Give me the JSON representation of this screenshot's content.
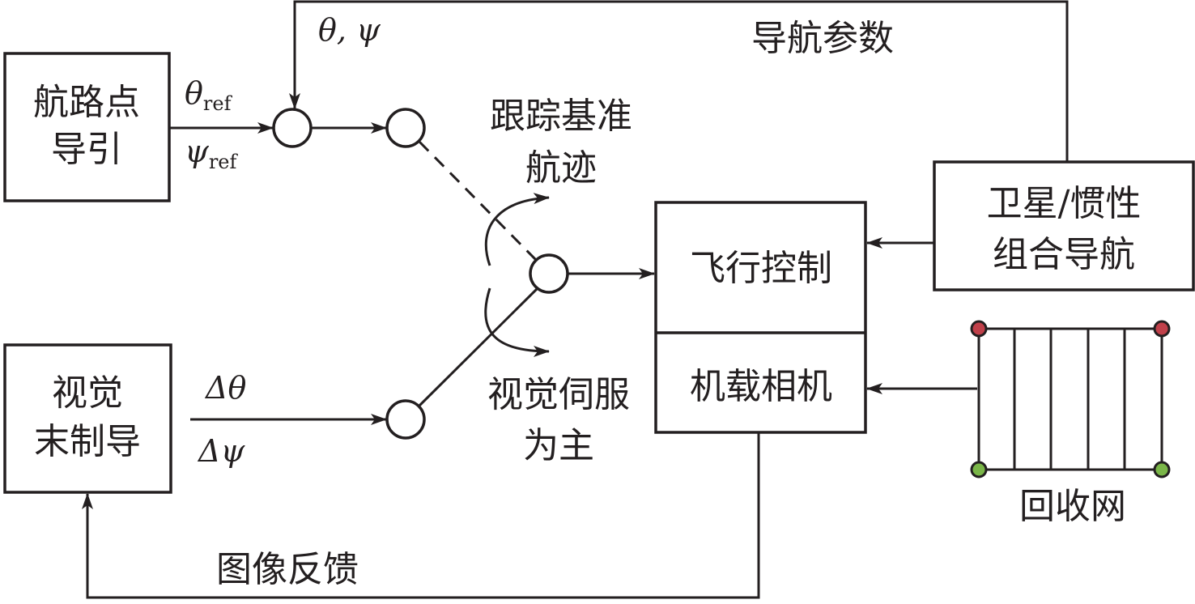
{
  "diagram": {
    "type": "control-block-diagram",
    "blocks": {
      "waypoint_guidance": {
        "lines": [
          "航路点",
          "导引"
        ]
      },
      "visual_terminal_guidance": {
        "lines": [
          "视觉",
          "末制导"
        ]
      },
      "flight_control": {
        "label": "飞行控制"
      },
      "onboard_camera": {
        "label": "机载相机"
      },
      "gnss_ins_navigation": {
        "lines": [
          "卫星/惯性",
          "组合导航"
        ]
      }
    },
    "signals": {
      "theta_ref": {
        "symbol": "θ",
        "sub": "ref"
      },
      "psi_ref": {
        "symbol": "ψ",
        "sub": "ref"
      },
      "theta_psi": "θ, ψ",
      "delta_theta": "Δθ",
      "delta_psi": "Δψ"
    },
    "labels": {
      "nav_params": "导航参数",
      "tracking_ref": [
        "跟踪基准",
        "航迹"
      ],
      "visual_servo": [
        "视觉伺服",
        "为主"
      ],
      "image_feedback": "图像反馈",
      "recovery_net": "回收网"
    },
    "colors": {
      "line": "#231f20",
      "net_top_dots": "#c0404a",
      "net_bottom_dots": "#7ab648"
    }
  }
}
